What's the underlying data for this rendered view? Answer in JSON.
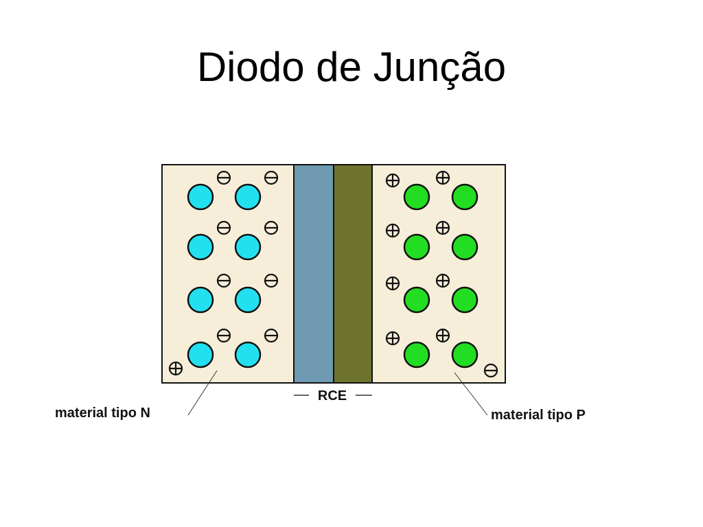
{
  "slide": {
    "title": "Diodo de Junção"
  },
  "diagram": {
    "labels": {
      "n_material": "material tipo N",
      "p_material": "material tipo P",
      "depletion_region": "RCE"
    },
    "colors": {
      "background_panel": "#f6eed9",
      "n_atom": "#22e0f0",
      "p_atom": "#22dd22",
      "depletion_n_side": "#6f9ab2",
      "depletion_p_side": "#6e7330",
      "outline": "#111111"
    },
    "icons": {
      "minus": "minus-charge-icon",
      "plus": "plus-charge-icon"
    }
  }
}
